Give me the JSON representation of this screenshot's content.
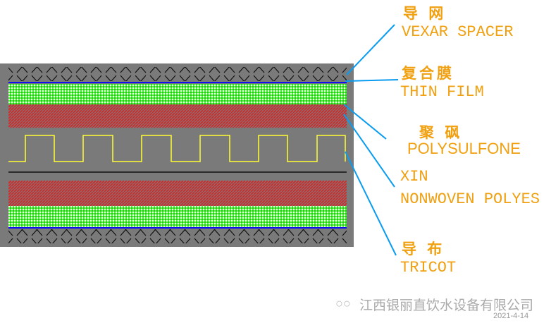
{
  "layers": [
    {
      "cn": "导 网",
      "en": "VEXAR SPACER"
    },
    {
      "cn": "复合膜",
      "en": "THIN FILM"
    },
    {
      "cn": "聚 砜",
      "en": "POLYSULFONE"
    },
    {
      "cn": "XIN",
      "en": "NONWOVEN POLYES"
    },
    {
      "cn": "导 布",
      "en": "TRICOT"
    }
  ],
  "watermark": {
    "company": "江西银丽直饮水设备有限公司",
    "date": "2021-4-14",
    "icon": "wechat-icon"
  },
  "colors": {
    "label": "#f0a010",
    "leader": "#0a9cf0",
    "background": "#7a7a7a",
    "film": "#33dd22",
    "polysulfone": "#c83a3a",
    "nonwoven": "#ffff33"
  }
}
